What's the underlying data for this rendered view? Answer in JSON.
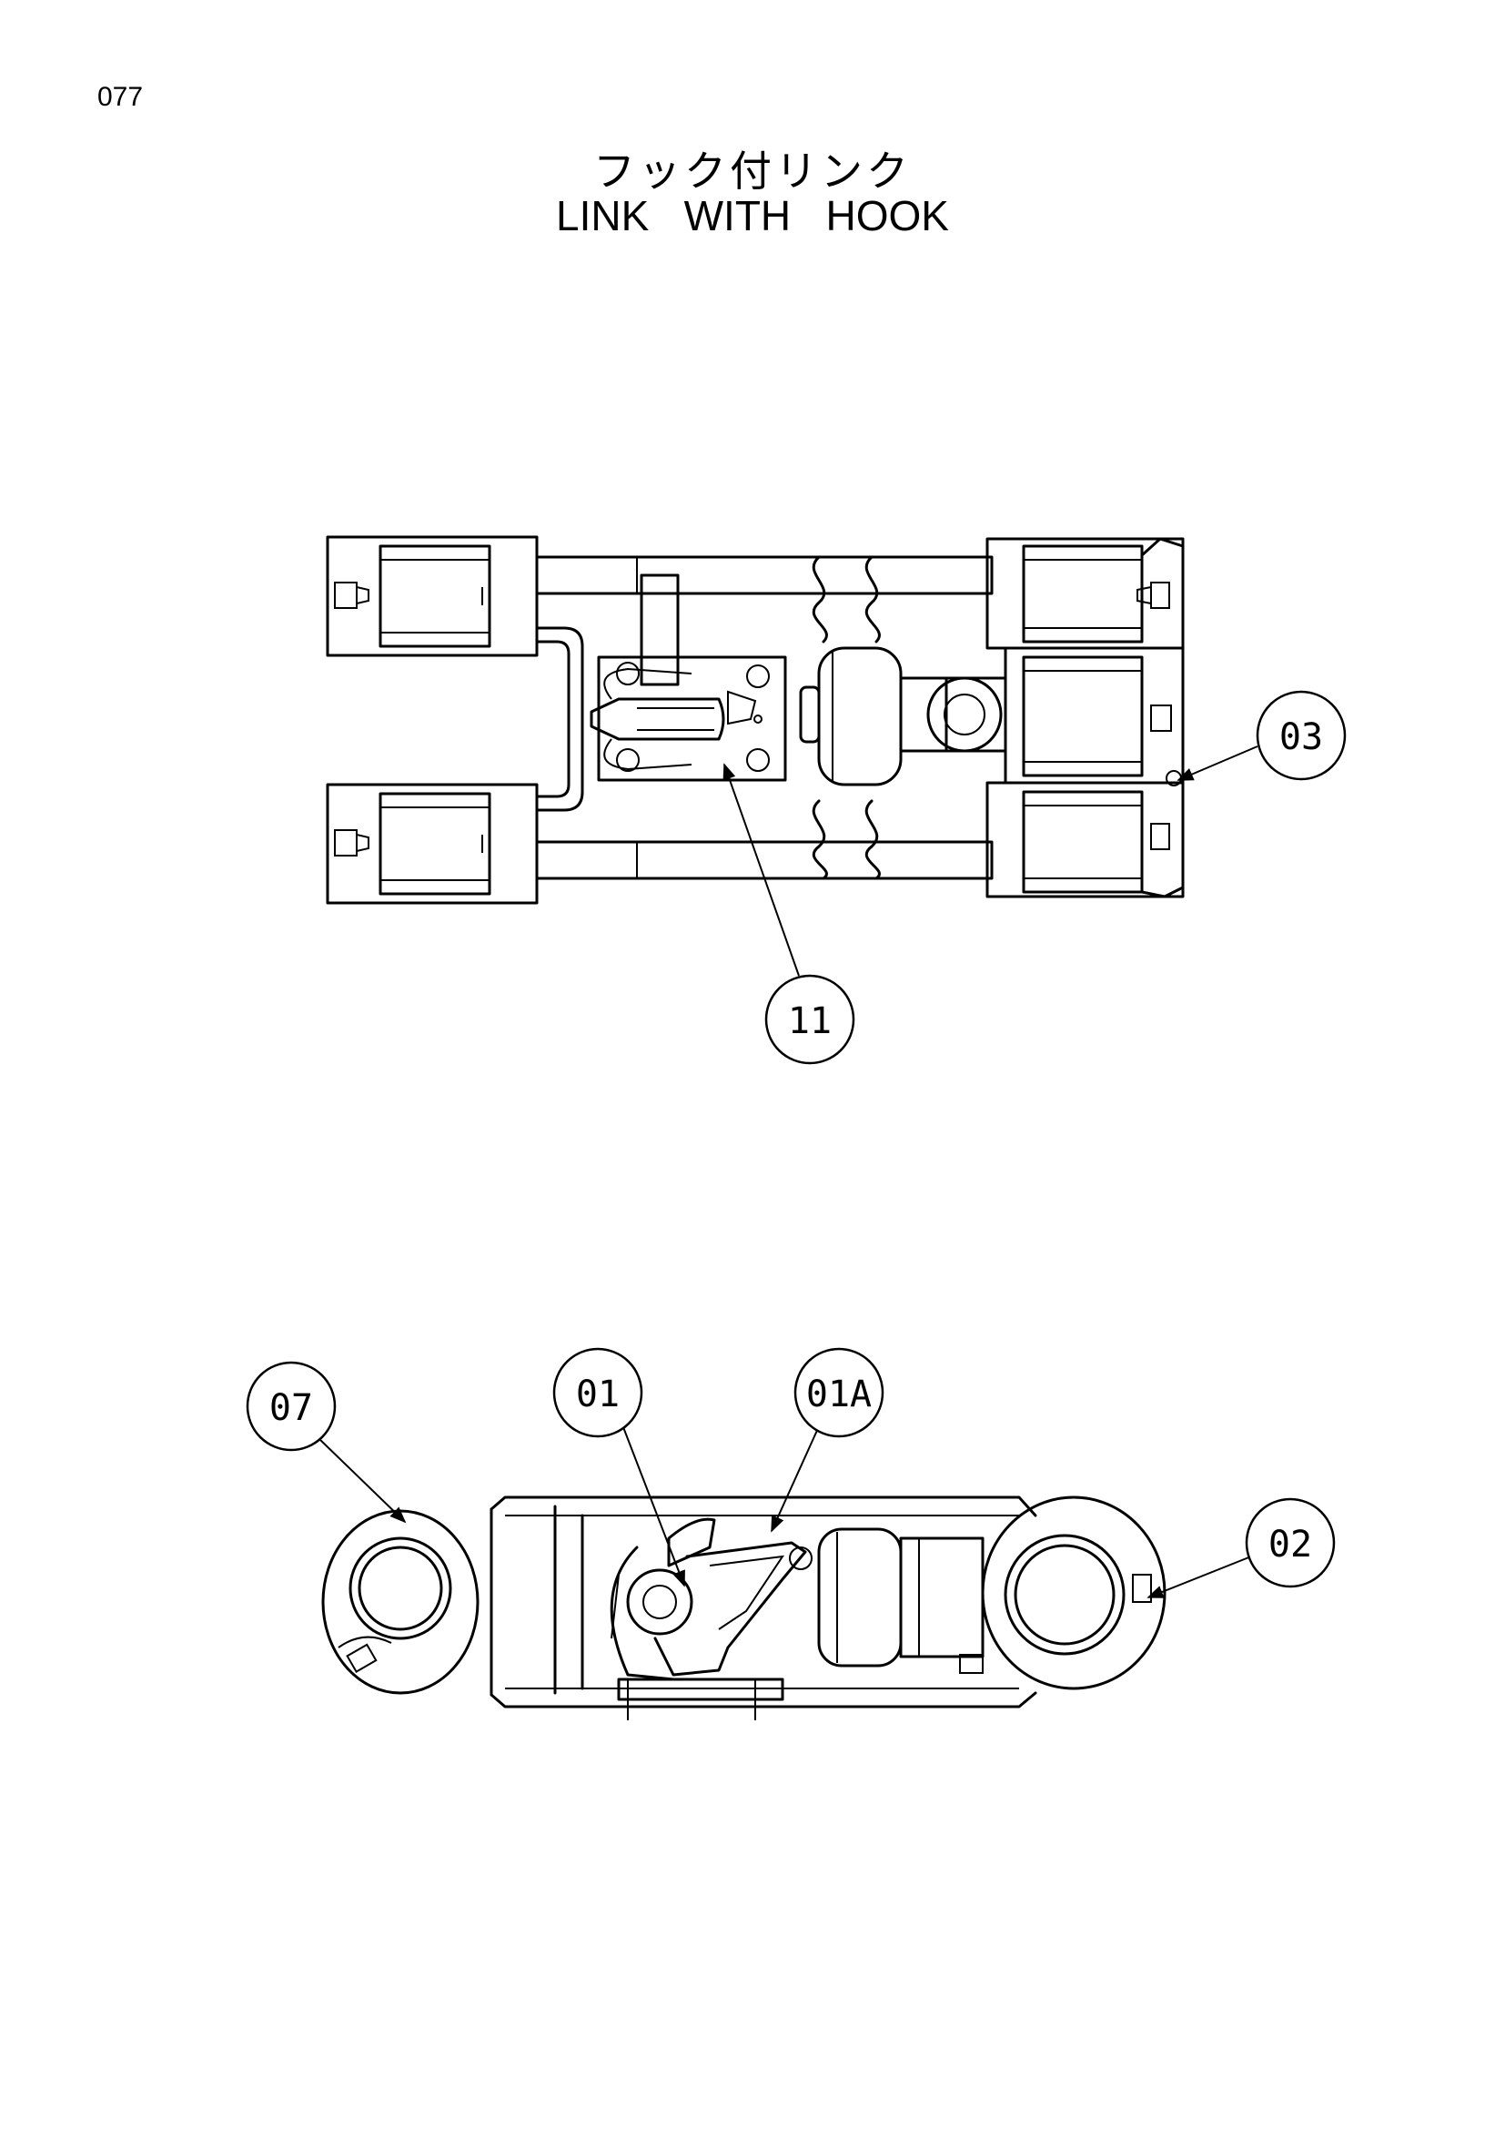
{
  "page_number": "077",
  "title_jp": "フック付リンク",
  "title_en": "LINK   WITH   HOOK",
  "callouts": {
    "c03": "03",
    "c11": "11",
    "c07": "07",
    "c01": "01",
    "c01a": "01A",
    "c02": "02"
  }
}
